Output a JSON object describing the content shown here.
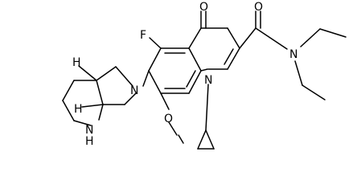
{
  "molecule": {
    "atom_labels": {
      "oxygen_ketone": "O",
      "oxygen_amide": "O",
      "nitrogen_amide": "N",
      "fluorine": "F",
      "nitrogen_quinolone": "N",
      "nitrogen_pyrrolidine": "N",
      "oxygen_methoxy": "O",
      "nitrogen_piperidine": "N",
      "hydrogen_piperidine": "H",
      "stereo_h_upper": "H",
      "stereo_h_lower": "H"
    }
  }
}
